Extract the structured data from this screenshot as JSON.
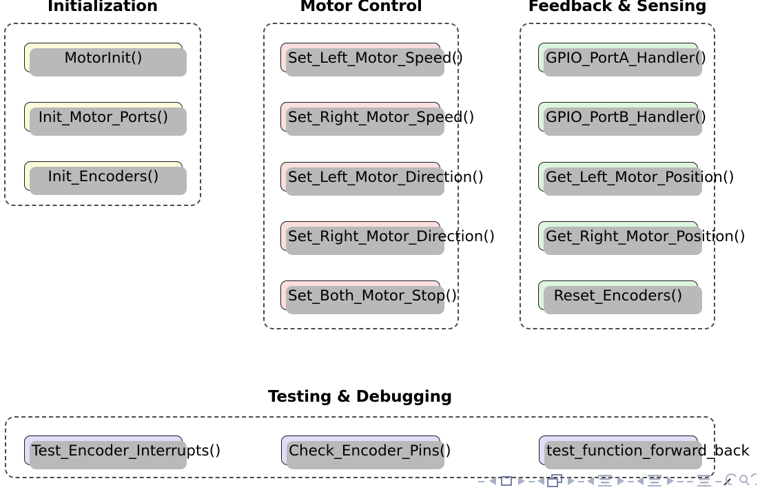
{
  "slide": {
    "title_visible": false,
    "background": "#ffffff",
    "nav_symbols": [
      "slide-previous",
      "slide-current",
      "slide-next",
      "frame-previous",
      "frame-current",
      "frame-next",
      "subsection-previous",
      "subsection-current",
      "subsection-next",
      "section-previous",
      "section-current",
      "section-next",
      "presentation-current",
      "back-arrow",
      "search-icon",
      "forward-arrow"
    ]
  },
  "groups": [
    {
      "id": "initialization",
      "title": "Initialization",
      "accent": "#fbfbd9",
      "nodes": [
        {
          "label": "MotorInit()",
          "align": "center"
        },
        {
          "label": "Init_Motor_Ports()",
          "align": "center"
        },
        {
          "label": "Init_Encoders()",
          "align": "center"
        }
      ]
    },
    {
      "id": "motor-control",
      "title": "Motor Control",
      "accent": "#fbdede",
      "nodes": [
        {
          "label": "Set_Left_Motor_Speed()",
          "align": "left"
        },
        {
          "label": "Set_Right_Motor_Speed()",
          "align": "left"
        },
        {
          "label": "Set_Left_Motor_Direction()",
          "align": "left"
        },
        {
          "label": "Set_Right_Motor_Direction()",
          "align": "left"
        },
        {
          "label": "Set_Both_Motor_Stop()",
          "align": "left"
        }
      ]
    },
    {
      "id": "feedback-sensing",
      "title": "Feedback & Sensing",
      "accent": "#dcf5dc",
      "nodes": [
        {
          "label": "GPIO_PortA_Handler()",
          "align": "left"
        },
        {
          "label": "GPIO_PortB_Handler()",
          "align": "left"
        },
        {
          "label": "Get_Left_Motor_Position()",
          "align": "left"
        },
        {
          "label": "Get_Right_Motor_Position()",
          "align": "left"
        },
        {
          "label": "Reset_Encoders()",
          "align": "center"
        }
      ]
    },
    {
      "id": "testing-debugging",
      "title": "Testing & Debugging",
      "accent": "#dfdef8",
      "nodes": [
        {
          "label": "Test_Encoder_Interrupts()",
          "align": "left"
        },
        {
          "label": "Check_Encoder_Pins()",
          "align": "left"
        },
        {
          "label": "test_function_forward_back",
          "align": "left"
        }
      ]
    }
  ]
}
